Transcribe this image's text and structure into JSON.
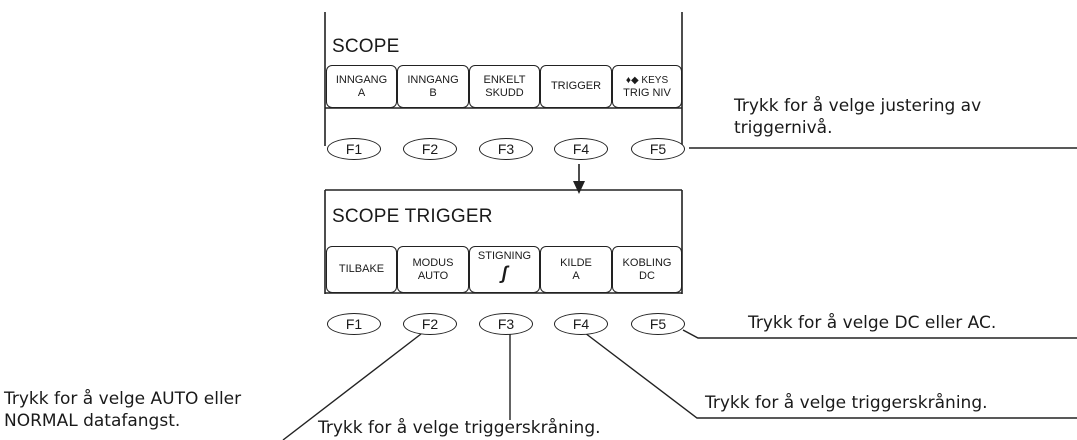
{
  "top_panel": {
    "title": "SCOPE",
    "softkeys": [
      {
        "line1": "INNGANG",
        "line2": "A"
      },
      {
        "line1": "INNGANG",
        "line2": "B"
      },
      {
        "line1": "ENKELT",
        "line2": "SKUDD"
      },
      {
        "line1": "TRIGGER",
        "line2": ""
      },
      {
        "line1": "♦◆ KEYS",
        "line2": "TRIG NIV"
      }
    ],
    "fkeys": [
      "F1",
      "F2",
      "F3",
      "F4",
      "F5"
    ]
  },
  "bottom_panel": {
    "title": "SCOPE TRIGGER",
    "softkeys": [
      {
        "line1": "TILBAKE",
        "line2": ""
      },
      {
        "line1": "MODUS",
        "line2": "AUTO"
      },
      {
        "line1": "STIGNING",
        "line2": "ʃ"
      },
      {
        "line1": "KILDE",
        "line2": "A"
      },
      {
        "line1": "KOBLING",
        "line2": "DC"
      }
    ],
    "fkeys": [
      "F1",
      "F2",
      "F3",
      "F4",
      "F5"
    ]
  },
  "notes": {
    "trig_level_line1": "Trykk for å velge justering av",
    "trig_level_line2": "triggernivå.",
    "coupling": "Trykk for å velge DC eller AC.",
    "slope_right": "Trykk for å velge triggerskråning.",
    "mode_line1": "Trykk for å velge AUTO eller",
    "mode_line2": "NORMAL datafangst.",
    "slope_bottom": "Trykk for å velge triggerskråning."
  }
}
